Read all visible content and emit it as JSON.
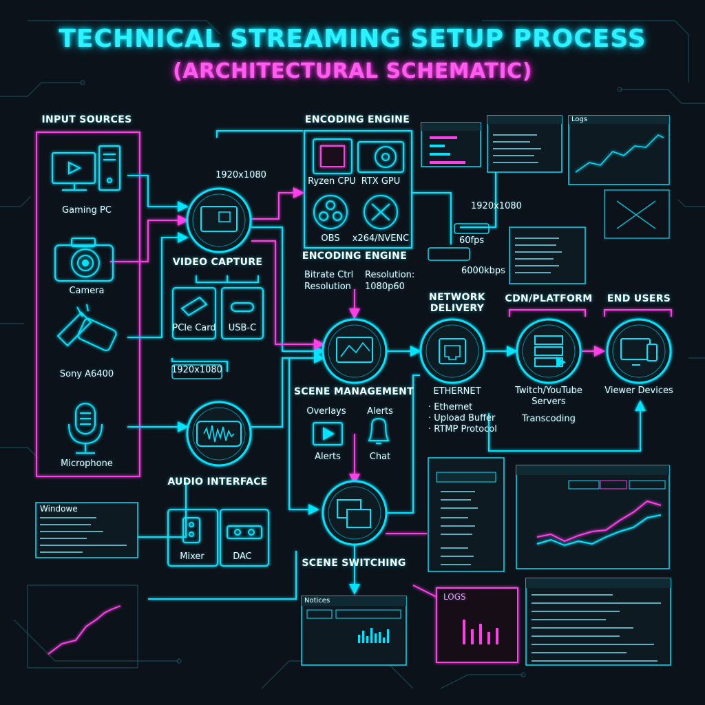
{
  "header": {
    "title": "TECHNICAL STREAMING SETUP PROCESS",
    "subtitle": "(ARCHITECTURAL SCHEMATIC)"
  },
  "colors": {
    "cyan": "#00e5ff",
    "magenta": "#ff3fe8",
    "background": "#0b121a"
  },
  "input_sources": {
    "title": "INPUT SOURCES",
    "items": [
      "Gaming PC",
      "Camera",
      "Sony A6400",
      "Microphone"
    ]
  },
  "video_capture": {
    "title": "VIDEO CAPTURE",
    "resolution_top": "1920x1080",
    "resolution_bottom": "1920x1080",
    "options": [
      "PCIe Card",
      "USB-C"
    ]
  },
  "audio_interface": {
    "title": "AUDIO INTERFACE",
    "options": [
      "Mixer",
      "DAC"
    ]
  },
  "encoding_engine": {
    "title": "ENCODING ENGINE",
    "title_lower": "ENCODING ENGINE",
    "chips": [
      "Ryzen CPU",
      "RTX GPU",
      "OBS",
      "x264/NVENC"
    ],
    "notes_left": [
      "Bitrate Ctrl",
      "Resolution"
    ],
    "notes_right": [
      "Resolution:",
      "1080p60"
    ],
    "output_resolution": "1920x1080",
    "fps": "60fps",
    "bitrate": "6000kbps"
  },
  "scene_management": {
    "title": "SCENE MANAGEMENT",
    "items": [
      "Overlays",
      "Alerts",
      "Alerts",
      "Chat"
    ]
  },
  "scene_switching": {
    "title": "SCENE SWITCHING"
  },
  "network_delivery": {
    "title_lines": [
      "NETWORK",
      "DELIVERY"
    ],
    "label": "ETHERNET",
    "bullets": [
      "· Ethernet",
      "· Upload Buffer",
      "· RTMP Protocol"
    ]
  },
  "cdn_platform": {
    "title": "CDN/PLATFORM",
    "server_lines": [
      "Twitch/YouTube",
      "Servers"
    ],
    "note": "Transcoding"
  },
  "end_users": {
    "title": "END USERS",
    "device_label": "Viewer Devices"
  },
  "panels": {
    "settings": {
      "title": "Windowe"
    },
    "logs_top": {
      "title": "Logs"
    },
    "logs_bottom": {
      "title": "LOGS"
    },
    "notices": {
      "title": "Notices"
    }
  }
}
